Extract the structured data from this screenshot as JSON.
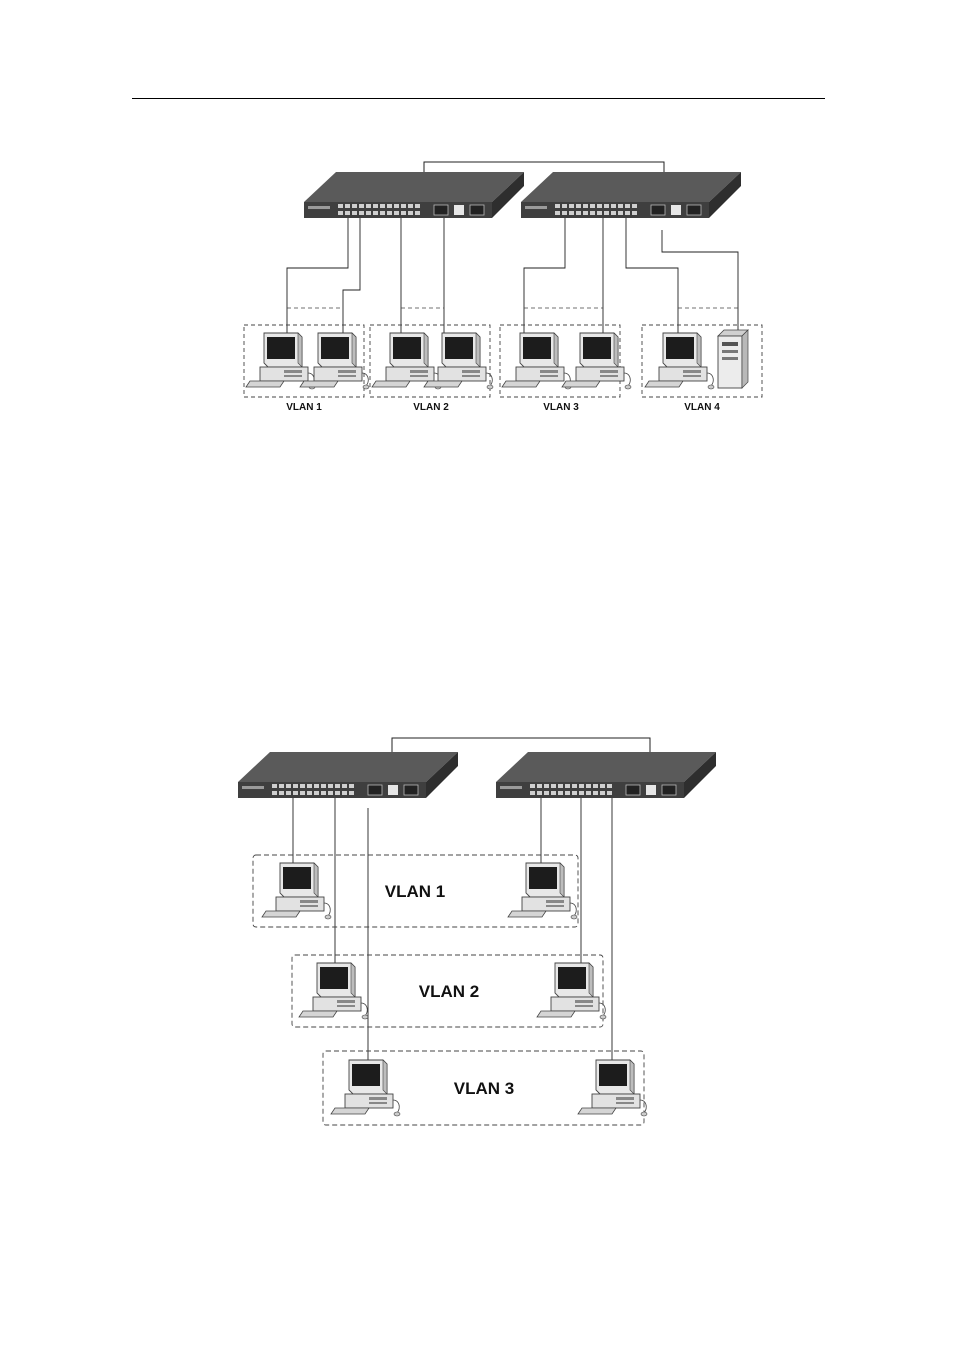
{
  "diagram1": {
    "labels": [
      "VLAN 1",
      "VLAN 2",
      "VLAN 3",
      "VLAN 4"
    ]
  },
  "diagram2": {
    "labels": [
      "VLAN 1",
      "VLAN 2",
      "VLAN 3"
    ]
  },
  "icons": [
    "switch-icon",
    "computer-icon",
    "server-icon"
  ]
}
